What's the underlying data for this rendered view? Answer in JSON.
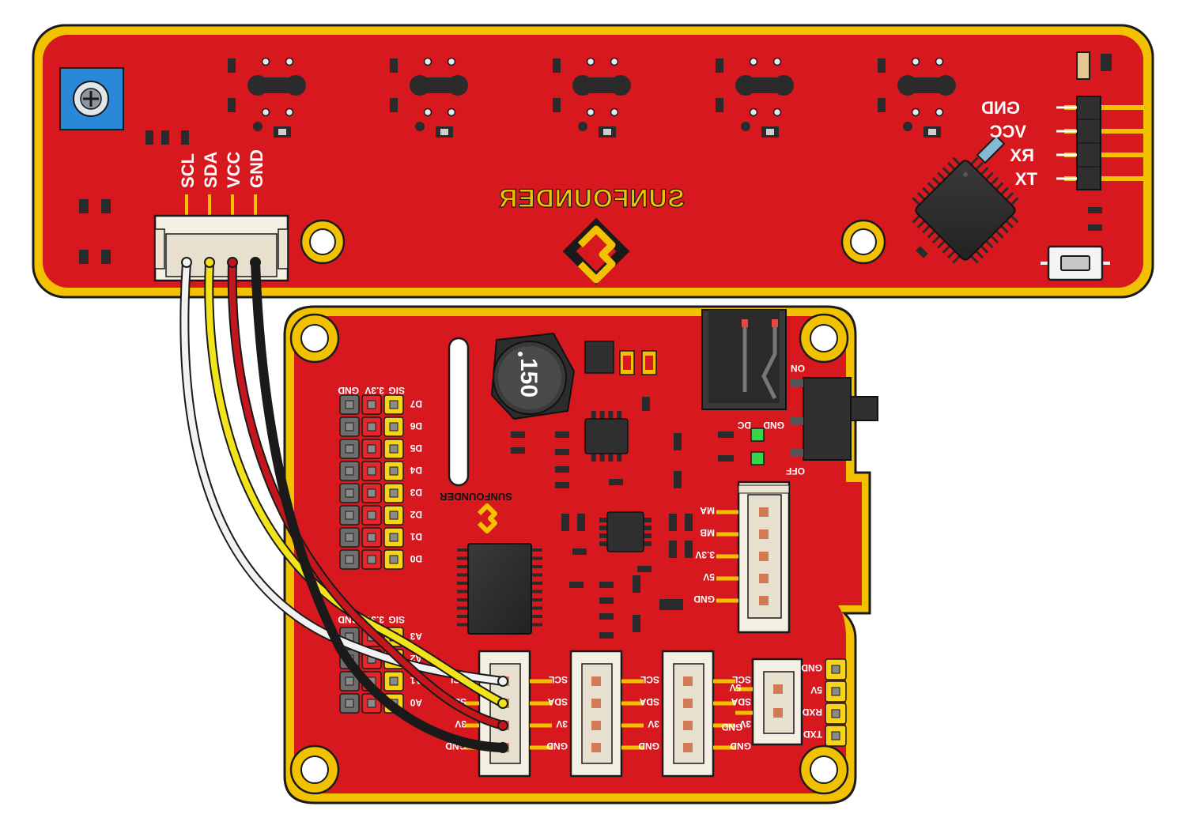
{
  "sensor_board": {
    "pin_labels": [
      "SCL",
      "SDA",
      "VCC",
      "GND"
    ],
    "brand": "SUNFOUNDER",
    "header_pins": [
      "GND",
      "VCC",
      "RX",
      "TX"
    ]
  },
  "main_board": {
    "inductor_value": "150",
    "brand": "SUNFOUNDER",
    "digital_header_titles": [
      "SIG",
      "3.3V",
      "GND"
    ],
    "digital_pins": [
      "D7",
      "D6",
      "D5",
      "D4",
      "D3",
      "D2",
      "D1",
      "D0"
    ],
    "analog_header_titles": [
      "SIG",
      "3.3V",
      "GND"
    ],
    "analog_pins": [
      "A3",
      "A2",
      "A1",
      "A0"
    ],
    "switch_on": "ON",
    "switch_off": "OFF",
    "power_pins": [
      "DC",
      "GND"
    ],
    "motor_pins": [
      "MA",
      "MB",
      "3.3V",
      "5V",
      "GND"
    ],
    "i2c_port_pins": [
      "SCL",
      "SDA",
      "3V",
      "GND"
    ],
    "uart_header_pins": [
      "GND",
      "5V",
      "RXD",
      "TXD"
    ],
    "small_port_pins": [
      "5V",
      "GND"
    ]
  },
  "wires": [
    {
      "name": "white",
      "color": "#f2f2f2"
    },
    {
      "name": "yellow",
      "color": "#f2e31b"
    },
    {
      "name": "red",
      "color": "#c4161c"
    },
    {
      "name": "black",
      "color": "#1a1a1a"
    }
  ],
  "colors": {
    "board_red": "#d7191f",
    "board_outline": "#f2c200",
    "header_yellow": "#f7d417",
    "header_red": "#e4272c",
    "header_gray": "#6f6f6f",
    "trimpot_blue": "#2a88d8",
    "led_green": "#35d64a"
  }
}
